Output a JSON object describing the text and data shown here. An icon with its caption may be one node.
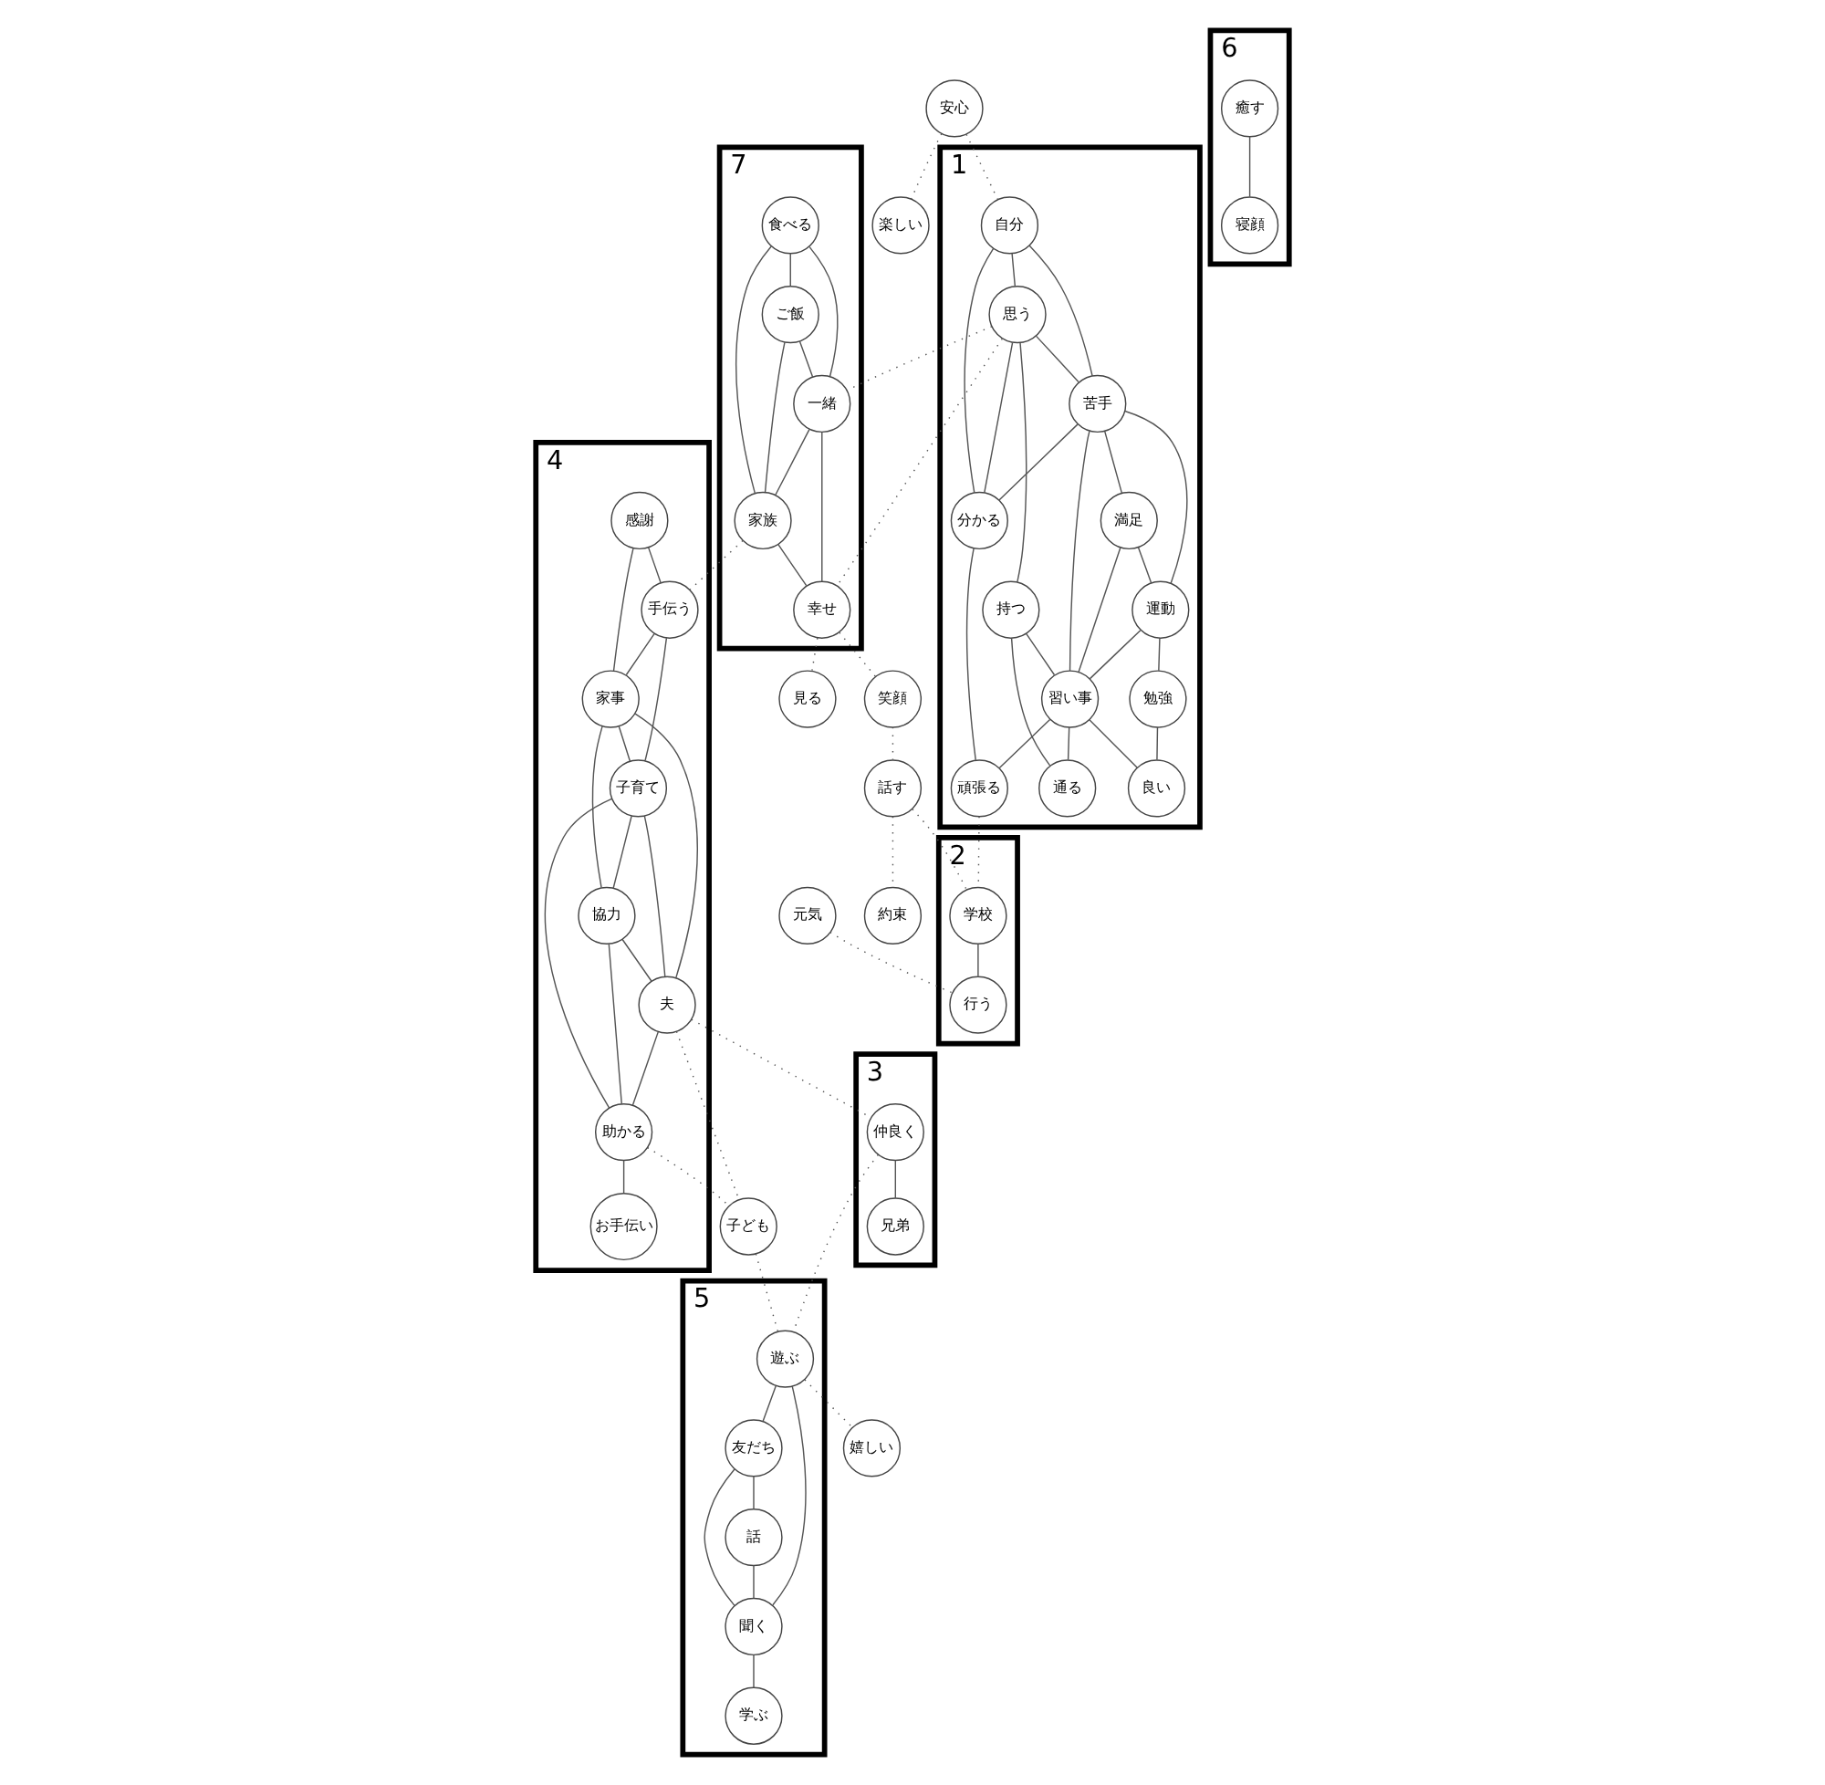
{
  "diagram": {
    "nodes": [
      {
        "text": [
          "1"
        ]
      },
      {
        "text": [
          "自分"
        ],
        "in": 0
      },
      {
        "text": [
          "思う"
        ],
        "in": 0
      },
      {
        "text": [
          "苦手"
        ],
        "in": 0
      },
      {
        "text": [
          "満足"
        ],
        "in": 0
      },
      {
        "text": [
          "分かる"
        ],
        "in": 0
      },
      {
        "text": [
          "運動"
        ],
        "in": 0
      },
      {
        "text": [
          "持つ"
        ],
        "in": 0
      },
      {
        "text": [
          "習い事"
        ],
        "in": 0
      },
      {
        "text": [
          "通る"
        ],
        "in": 0
      },
      {
        "text": [
          "勉強"
        ],
        "in": 0
      },
      {
        "text": [
          "頑張る"
        ],
        "in": 0
      },
      {
        "text": [
          "良い"
        ],
        "in": 0
      },
      {
        "text": [
          "2"
        ]
      },
      {
        "text": [
          "学校"
        ],
        "in": 13
      },
      {
        "text": [
          "行う"
        ],
        "in": 13
      },
      {
        "text": [
          "3"
        ]
      },
      {
        "text": [
          "仲良く"
        ],
        "in": 16
      },
      {
        "text": [
          "兄弟"
        ],
        "in": 16
      },
      {
        "text": [
          "4"
        ]
      },
      {
        "text": [
          "感謝"
        ],
        "in": 19
      },
      {
        "text": [
          "手伝う"
        ],
        "in": 19
      },
      {
        "text": [
          "家事"
        ],
        "in": 19
      },
      {
        "text": [
          "子育て"
        ],
        "in": 19
      },
      {
        "text": [
          "協力"
        ],
        "in": 19
      },
      {
        "text": [
          "夫"
        ],
        "in": 19
      },
      {
        "text": [
          "助かる"
        ],
        "in": 19
      },
      {
        "text": [
          "お手伝い"
        ],
        "in": 19
      },
      {
        "text": [
          "5"
        ]
      },
      {
        "text": [
          "遊ぶ"
        ],
        "in": 28
      },
      {
        "text": [
          "友だち"
        ],
        "in": 28
      },
      {
        "text": [
          "話"
        ],
        "in": 28
      },
      {
        "text": [
          "聞く"
        ],
        "in": 28
      },
      {
        "text": [
          "学ぶ"
        ],
        "in": 28
      },
      {
        "text": [
          "6"
        ]
      },
      {
        "text": [
          "癒す"
        ],
        "in": 34
      },
      {
        "text": [
          "寝顔"
        ],
        "in": 34
      },
      {
        "text": [
          "7"
        ]
      },
      {
        "text": [
          "食べる"
        ],
        "in": 37
      },
      {
        "text": [
          "ご飯"
        ],
        "in": 37
      },
      {
        "text": [
          "一緒"
        ],
        "in": 37
      },
      {
        "text": [
          "家族"
        ],
        "in": 37
      },
      {
        "text": [
          "幸せ"
        ],
        "in": 37
      },
      {
        "text": [
          "楽しい"
        ]
      },
      {
        "text": [
          "安心"
        ]
      },
      {
        "text": [
          "見る"
        ]
      },
      {
        "text": [
          "笑顔"
        ]
      },
      {
        "text": [
          "話す"
        ]
      },
      {
        "text": [
          "約束"
        ]
      },
      {
        "text": [
          "元気"
        ]
      },
      {
        "text": [
          "子ども"
        ]
      },
      {
        "text": [
          "嬉しい"
        ]
      }
    ],
    "edges": [
      {
        "from": 1,
        "to": 2,
        "arrow": "none"
      },
      {
        "from": 1,
        "to": 3,
        "arrow": "none"
      },
      {
        "from": 1,
        "to": 5,
        "arrow": "none"
      },
      {
        "from": 2,
        "to": 3,
        "arrow": "none"
      },
      {
        "from": 2,
        "to": 5,
        "arrow": "none"
      },
      {
        "from": 2,
        "to": 7,
        "arrow": "none"
      },
      {
        "from": 3,
        "to": 4,
        "arrow": "none"
      },
      {
        "from": 3,
        "to": 5,
        "arrow": "none"
      },
      {
        "from": 3,
        "to": 6,
        "arrow": "none"
      },
      {
        "from": 3,
        "to": 8,
        "arrow": "none"
      },
      {
        "from": 4,
        "to": 6,
        "arrow": "none"
      },
      {
        "from": 4,
        "to": 8,
        "arrow": "none"
      },
      {
        "from": 6,
        "to": 8,
        "arrow": "none"
      },
      {
        "from": 6,
        "to": 10,
        "arrow": "none"
      },
      {
        "from": 5,
        "to": 11,
        "arrow": "none"
      },
      {
        "from": 7,
        "to": 8,
        "arrow": "none"
      },
      {
        "from": 7,
        "to": 9,
        "arrow": "none"
      },
      {
        "from": 8,
        "to": 9,
        "arrow": "none"
      },
      {
        "from": 8,
        "to": 11,
        "arrow": "none"
      },
      {
        "from": 8,
        "to": 12,
        "arrow": "none"
      },
      {
        "from": 10,
        "to": 12,
        "arrow": "none"
      },
      {
        "from": 14,
        "to": 15,
        "arrow": "none"
      },
      {
        "from": 17,
        "to": 18,
        "arrow": "none"
      },
      {
        "from": 20,
        "to": 21,
        "arrow": "none"
      },
      {
        "from": 20,
        "to": 22,
        "arrow": "none"
      },
      {
        "from": 21,
        "to": 22,
        "arrow": "none"
      },
      {
        "from": 21,
        "to": 23,
        "arrow": "none"
      },
      {
        "from": 22,
        "to": 23,
        "arrow": "none"
      },
      {
        "from": 22,
        "to": 25,
        "arrow": "none"
      },
      {
        "from": 22,
        "to": 24,
        "arrow": "none"
      },
      {
        "from": 23,
        "to": 24,
        "arrow": "none"
      },
      {
        "from": 23,
        "to": 25,
        "arrow": "none"
      },
      {
        "from": 23,
        "to": 26,
        "arrow": "none"
      },
      {
        "from": 24,
        "to": 25,
        "arrow": "none"
      },
      {
        "from": 24,
        "to": 26,
        "arrow": "none"
      },
      {
        "from": 25,
        "to": 26,
        "arrow": "none"
      },
      {
        "from": 26,
        "to": 27,
        "arrow": "none"
      },
      {
        "from": 29,
        "to": 30,
        "arrow": "none"
      },
      {
        "from": 29,
        "to": 32,
        "arrow": "none"
      },
      {
        "from": 30,
        "to": 31,
        "arrow": "none"
      },
      {
        "from": 30,
        "to": 32,
        "arrow": "none"
      },
      {
        "from": 31,
        "to": 32,
        "arrow": "none"
      },
      {
        "from": 32,
        "to": 33,
        "arrow": "none"
      },
      {
        "from": 35,
        "to": 36,
        "arrow": "none"
      },
      {
        "from": 38,
        "to": 39,
        "arrow": "none"
      },
      {
        "from": 38,
        "to": 40,
        "arrow": "none"
      },
      {
        "from": 38,
        "to": 41,
        "arrow": "none"
      },
      {
        "from": 39,
        "to": 40,
        "arrow": "none"
      },
      {
        "from": 39,
        "to": 41,
        "arrow": "none"
      },
      {
        "from": 40,
        "to": 41,
        "arrow": "none"
      },
      {
        "from": 40,
        "to": 42,
        "arrow": "none"
      },
      {
        "from": 41,
        "to": 42,
        "arrow": "none"
      },
      {
        "from": 44,
        "to": 43,
        "arrow": "none",
        "style": "dashed"
      },
      {
        "from": 44,
        "to": 1,
        "arrow": "none",
        "style": "dashed"
      },
      {
        "from": 2,
        "to": 40,
        "arrow": "none",
        "style": "dashed"
      },
      {
        "from": 2,
        "to": 42,
        "arrow": "none",
        "style": "dashed"
      },
      {
        "from": 41,
        "to": 21,
        "arrow": "none",
        "style": "dashed"
      },
      {
        "from": 42,
        "to": 45,
        "arrow": "none",
        "style": "dashed"
      },
      {
        "from": 42,
        "to": 46,
        "arrow": "none",
        "style": "dashed"
      },
      {
        "from": 46,
        "to": 47,
        "arrow": "none",
        "style": "dashed"
      },
      {
        "from": 47,
        "to": 14,
        "arrow": "none",
        "style": "dashed"
      },
      {
        "from": 47,
        "to": 48,
        "arrow": "none",
        "style": "dashed"
      },
      {
        "from": 11,
        "to": 14,
        "arrow": "none",
        "style": "dashed"
      },
      {
        "from": 49,
        "to": 15,
        "arrow": "none",
        "style": "dashed"
      },
      {
        "from": 25,
        "to": 50,
        "arrow": "none",
        "style": "dashed"
      },
      {
        "from": 26,
        "to": 50,
        "arrow": "none",
        "style": "dashed"
      },
      {
        "from": 25,
        "to": 17,
        "arrow": "none",
        "style": "dashed"
      },
      {
        "from": 50,
        "to": 29,
        "arrow": "none",
        "style": "dashed"
      },
      {
        "from": 17,
        "to": 29,
        "arrow": "none",
        "style": "dashed"
      },
      {
        "from": 29,
        "to": 51,
        "arrow": "none",
        "style": "dashed"
      }
    ]
  }
}
